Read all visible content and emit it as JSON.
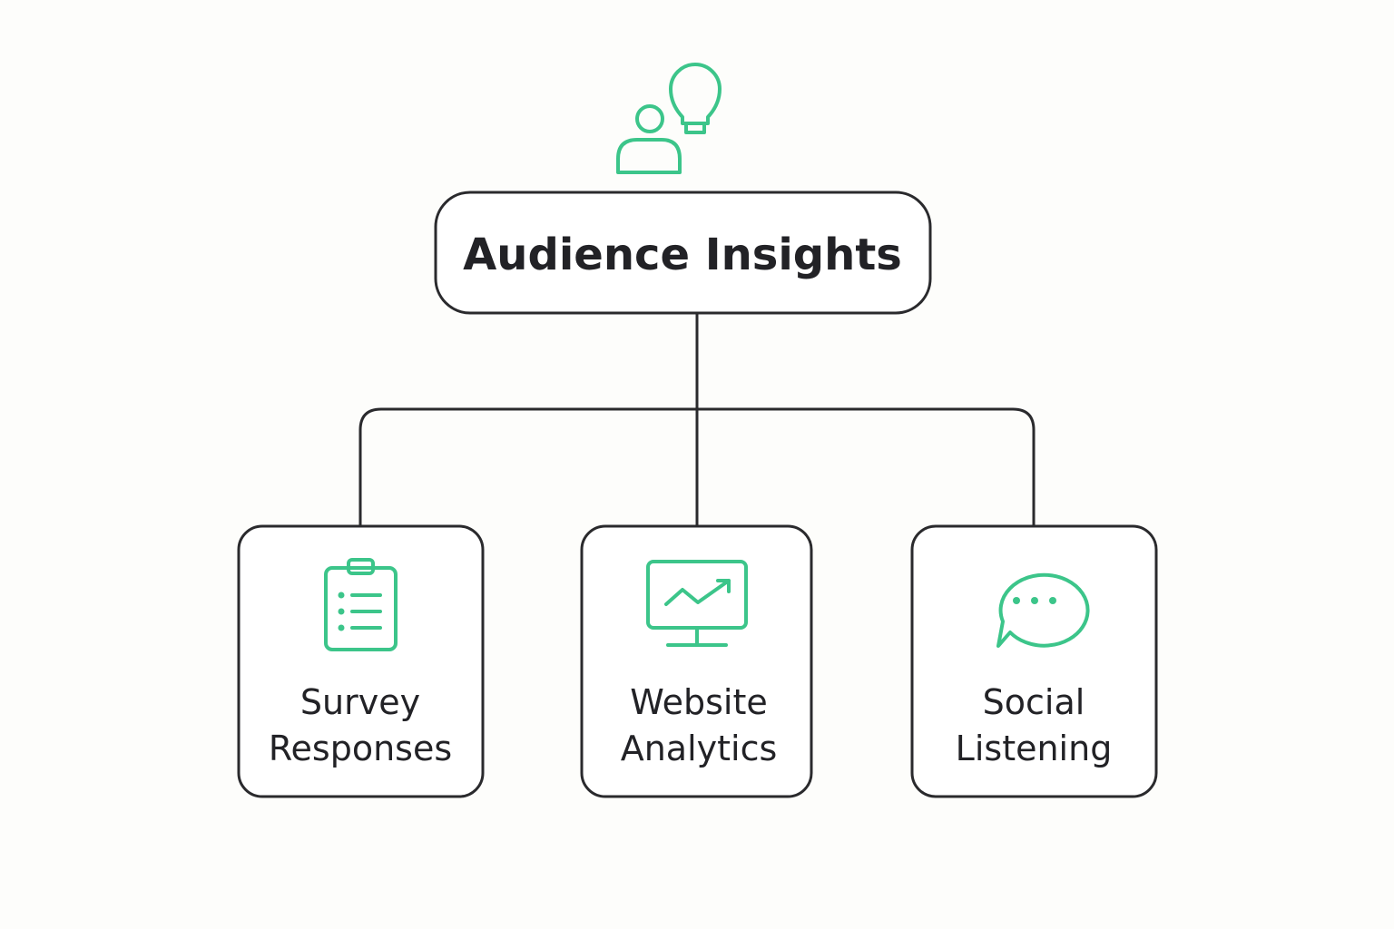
{
  "colors": {
    "accent": "#3cc58a",
    "ink": "#2a2a2d",
    "text": "#222226",
    "background": "#fdfdfb"
  },
  "root": {
    "label": "Audience Insights",
    "icons": [
      "person-icon",
      "lightbulb-icon"
    ]
  },
  "children": [
    {
      "label_line1": "Survey",
      "label_line2": "Responses",
      "icon": "clipboard-list-icon"
    },
    {
      "label_line1": "Website",
      "label_line2": "Analytics",
      "icon": "monitor-chart-icon"
    },
    {
      "label_line1": "Social",
      "label_line2": "Listening",
      "icon": "chat-bubble-icon"
    }
  ]
}
